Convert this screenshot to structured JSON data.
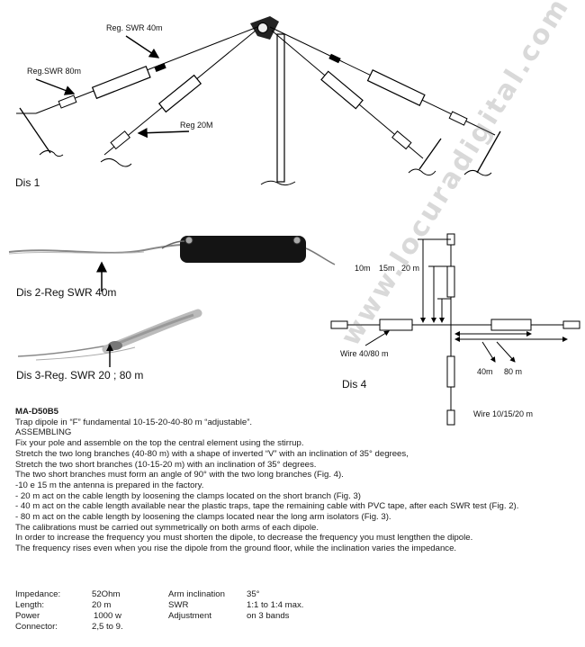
{
  "figure1": {
    "label": "Dis 1",
    "annotations": {
      "reg_swr_40m": "Reg. SWR 40m",
      "reg_swr_80m": "Reg.SWR 80m",
      "reg_20m": "Reg 20M"
    }
  },
  "figure2": {
    "caption": "Dis 2-Reg SWR 40m"
  },
  "figure3": {
    "caption": "Dis 3-Reg. SWR 20 ; 80 m"
  },
  "figure4": {
    "label": "Dis 4",
    "dims_top": [
      "10m",
      "15m",
      "20 m"
    ],
    "dims_right": [
      "40m",
      "80 m"
    ],
    "wire_long": "Wire 40/80 m",
    "wire_short": "Wire 10/15/20 m"
  },
  "watermark": "www.locuradigital.com",
  "text": {
    "title": "MA-D50B5",
    "lines": [
      "Trap dipole in  “F” fundamental 10-15-20-40-80 m  “adjustable”.",
      "ASSEMBLING",
      "Fix your pole and assemble on the top the central element using the stirrup.",
      "Stretch the two long branches (40-80 m) with a shape of inverted “V”  with an inclination of 35° degrees,",
      "Stretch the two short branches (10-15-20 m) with an inclination of 35° degrees.",
      "The two short branches must form an angle of  90°  with the two long branches (Fig. 4).",
      "-10 e 15 m the antenna is prepared in the factory.",
      "- 20 m act on the cable length by loosening the clamps located on the short branch (Fig. 3)",
      "- 40 m act on the cable length available near the plastic traps, tape the remaining cable with PVC tape, after each SWR test (Fig. 2).",
      "- 80 m act on the cable length by loosening the clamps located near the long arm isolators (Fig. 3).",
      "The calibrations must be carried out symmetrically on both arms of each dipole.",
      "In order to increase the frequency you must shorten the dipole, to decrease the frequency you must lengthen the dipole.",
      "The frequency rises even when you rise the dipole from the ground floor, while the inclination varies  the impedance."
    ]
  },
  "specs": {
    "impedance_label": "Impedance:",
    "impedance_value": "52Ohm",
    "length_label": "Length:",
    "length_value": "20 m",
    "power_label": "Power",
    "power_value": "1000 w",
    "connector_label": "Connector:",
    "connector_value": "2,5 to 9.",
    "inclination_label": "Arm inclination",
    "inclination_value": "35°",
    "swr_label": "SWR",
    "swr_value": "1:1 to 1:4 max.",
    "adjustment_label": "Adjustment",
    "adjustment_value": "on 3 bands"
  }
}
